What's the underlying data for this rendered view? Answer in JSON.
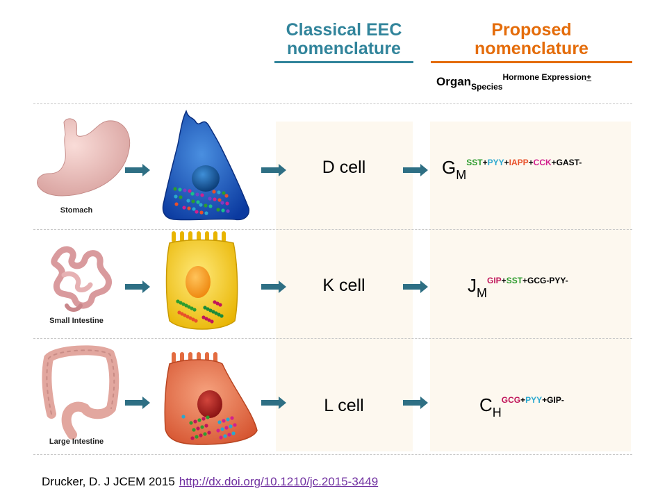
{
  "headers": {
    "classical": [
      "Classical EEC",
      "nomenclature"
    ],
    "proposed": [
      "Proposed",
      "nomenclature"
    ]
  },
  "formula_key": {
    "organ": "Organ",
    "species": "Species",
    "expression": "Hormone Expression",
    "pm": "+"
  },
  "colors": {
    "classical": "#31849b",
    "proposed": "#e46c0a",
    "arrow": "#2e6f84",
    "SST": "#2e9c2e",
    "PYY": "#2aa7cf",
    "IAPP": "#e8502a",
    "CCK": "#d1208e",
    "GIP": "#c0155a",
    "GCG": "#c0155a",
    "GAST": "#000000",
    "link": "#7030a0"
  },
  "rows": [
    {
      "organ": "Stomach",
      "classical": "D cell",
      "letter": "G",
      "species": "M",
      "terms": [
        {
          "t": "SST",
          "c": "SST"
        },
        {
          "t": "+",
          "c": "GAST"
        },
        {
          "t": "PYY",
          "c": "PYY"
        },
        {
          "t": "+",
          "c": "GAST"
        },
        {
          "t": "IAPP",
          "c": "IAPP"
        },
        {
          "t": "+",
          "c": "GAST"
        },
        {
          "t": "CCK",
          "c": "CCK"
        },
        {
          "t": "+GAST-",
          "c": "GAST"
        }
      ]
    },
    {
      "organ": "Small Intestine",
      "classical": "K cell",
      "letter": "J",
      "species": "M",
      "terms": [
        {
          "t": "GIP",
          "c": "GIP"
        },
        {
          "t": "+",
          "c": "GAST"
        },
        {
          "t": "SST",
          "c": "SST"
        },
        {
          "t": "+GCG-PYY-",
          "c": "GAST"
        }
      ]
    },
    {
      "organ": "Large Intestine",
      "classical": "L cell",
      "letter": "C",
      "species": "H",
      "terms": [
        {
          "t": "GCG",
          "c": "GCG"
        },
        {
          "t": "+",
          "c": "GAST"
        },
        {
          "t": "PYY",
          "c": "PYY"
        },
        {
          "t": "+GIP-",
          "c": "GAST"
        }
      ]
    }
  ],
  "citation": {
    "text": "Drucker, D. J JCEM 2015",
    "link": "http://dx.doi.org/10.1210/jc.2015-3449"
  }
}
